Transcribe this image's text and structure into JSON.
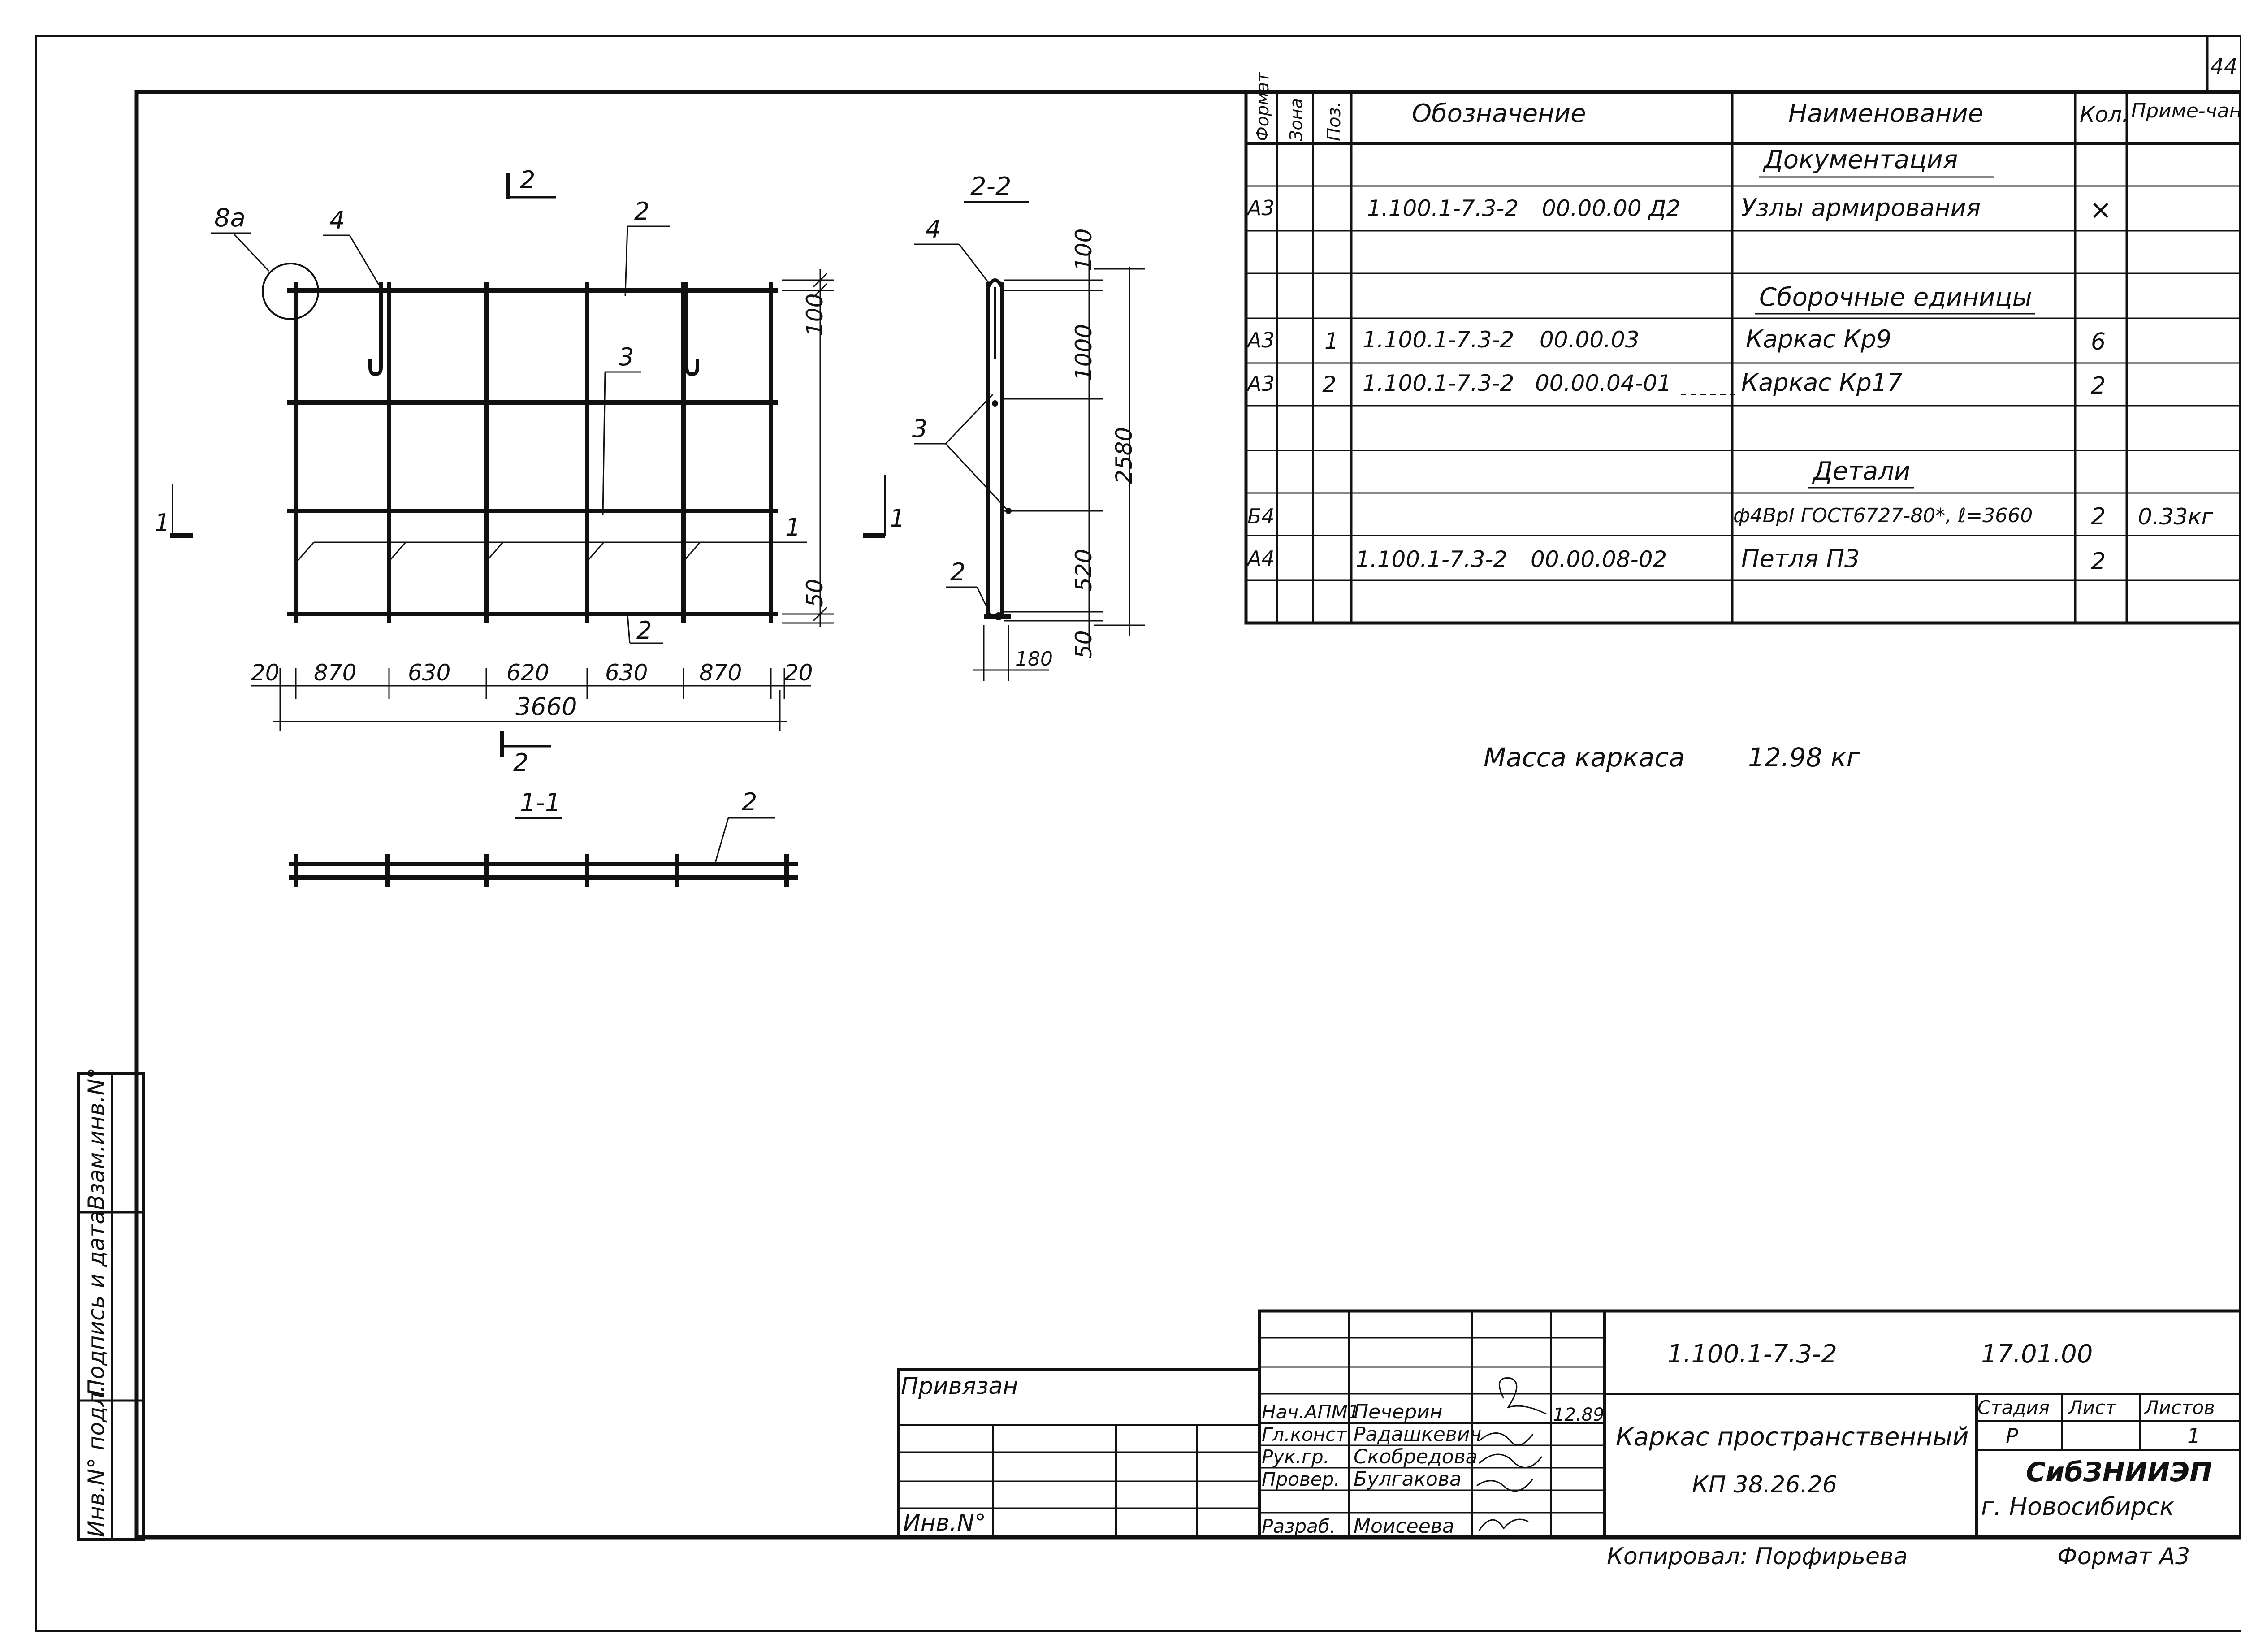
{
  "sheet_number": "44",
  "spec_table": {
    "headers": {
      "format": "Формат",
      "zone": "Зона",
      "pos": "Поз.",
      "designation": "Обозначение",
      "name": "Наименование",
      "qty": "Кол.",
      "note": "Приме-чание"
    },
    "rows": [
      {
        "format": "",
        "pos": "",
        "designation": "",
        "code": "",
        "name": "Документация",
        "qty": "",
        "note": "",
        "heading": true
      },
      {
        "format": "А3",
        "pos": "",
        "designation": "1.100.1-7.3-2",
        "code": "00.00.00 Д2",
        "name": "Узлы армирования",
        "qty": "×",
        "note": ""
      },
      {
        "format": "",
        "pos": "",
        "designation": "",
        "code": "",
        "name": "",
        "qty": "",
        "note": ""
      },
      {
        "format": "",
        "pos": "",
        "designation": "",
        "code": "",
        "name": "Сборочные единицы",
        "qty": "",
        "note": "",
        "heading": true
      },
      {
        "format": "А3",
        "pos": "1",
        "designation": "1.100.1-7.3-2",
        "code": "00.00.03",
        "name": "Каркас Кр9",
        "qty": "6",
        "note": ""
      },
      {
        "format": "А3",
        "pos": "2",
        "designation": "1.100.1-7.3-2",
        "code": "00.00.04-01",
        "name": "Каркас Кр17",
        "qty": "2",
        "note": ""
      },
      {
        "format": "",
        "pos": "",
        "designation": "",
        "code": "",
        "name": "",
        "qty": "",
        "note": ""
      },
      {
        "format": "",
        "pos": "",
        "designation": "",
        "code": "",
        "name": "Детали",
        "qty": "",
        "note": "",
        "heading": true
      },
      {
        "format": "Б4",
        "pos": "",
        "designation": "",
        "code": "",
        "name": "ф4ВрI ГОСТ6727-80*, ℓ=3660",
        "qty": "2",
        "note": "0.33кг"
      },
      {
        "format": "А4",
        "pos": "",
        "designation": "1.100.1-7.3-2",
        "code": "00.00.08-02",
        "name": "Петля П3",
        "qty": "2",
        "note": ""
      },
      {
        "format": "",
        "pos": "",
        "designation": "",
        "code": "",
        "name": "",
        "qty": "",
        "note": ""
      }
    ]
  },
  "mass_label": "Масса каркаса",
  "mass_value": "12.98 кг",
  "plan": {
    "callout_8a": "8а",
    "pos_4": "4",
    "pos_2_top": "2",
    "pos_3": "3",
    "pos_1": "1",
    "pos_2_bottom": "2",
    "section_mark": "2",
    "side_mark": "1",
    "dim_right_100": "100",
    "dim_right_50": "50",
    "dims_bottom": [
      "20",
      "870",
      "630",
      "620",
      "630",
      "870",
      "20"
    ],
    "dim_total": "3660"
  },
  "section_22": {
    "title": "2-2",
    "pos_4": "4",
    "pos_3": "3",
    "pos_2": "2",
    "side_mark": "1",
    "dim_100": "100",
    "dim_1000": "1000",
    "dim_2580": "2580",
    "dim_520": "520",
    "dim_50": "50",
    "dim_180": "180"
  },
  "section_11": {
    "title": "1-1",
    "pos_2": "2"
  },
  "side_stamp": {
    "inv_podl": "Инв.N° подл.",
    "podpis": "Подпись и дата",
    "vzam": "Взам.инв.N°"
  },
  "title_block": {
    "privyazan": "Привязан",
    "inv_no": "Инв.N°",
    "doc_code": "1.100.1-7.3-2",
    "doc_num": "17.01.00",
    "title": "Каркас пространственный",
    "subtitle": "КП 38.26.26",
    "stage_hdr": "Стадия",
    "sheet_hdr": "Лист",
    "sheets_hdr": "Листов",
    "stage": "Р",
    "sheets": "1",
    "org": "СибЗНИИЭП",
    "city": "г. Новосибирск",
    "date": "12.89",
    "people": [
      {
        "role": "Нач.АПМ1",
        "name": "Печерин"
      },
      {
        "role": "Гл.конст.",
        "name": "Радашкевич"
      },
      {
        "role": "Рук.гр.",
        "name": "Скобредова"
      },
      {
        "role": "Провер.",
        "name": "Булгакова"
      },
      {
        "role": "Разраб.",
        "name": "Моисеева"
      }
    ],
    "copied": "Копировал: Порфирьева",
    "format": "Формат А3"
  }
}
